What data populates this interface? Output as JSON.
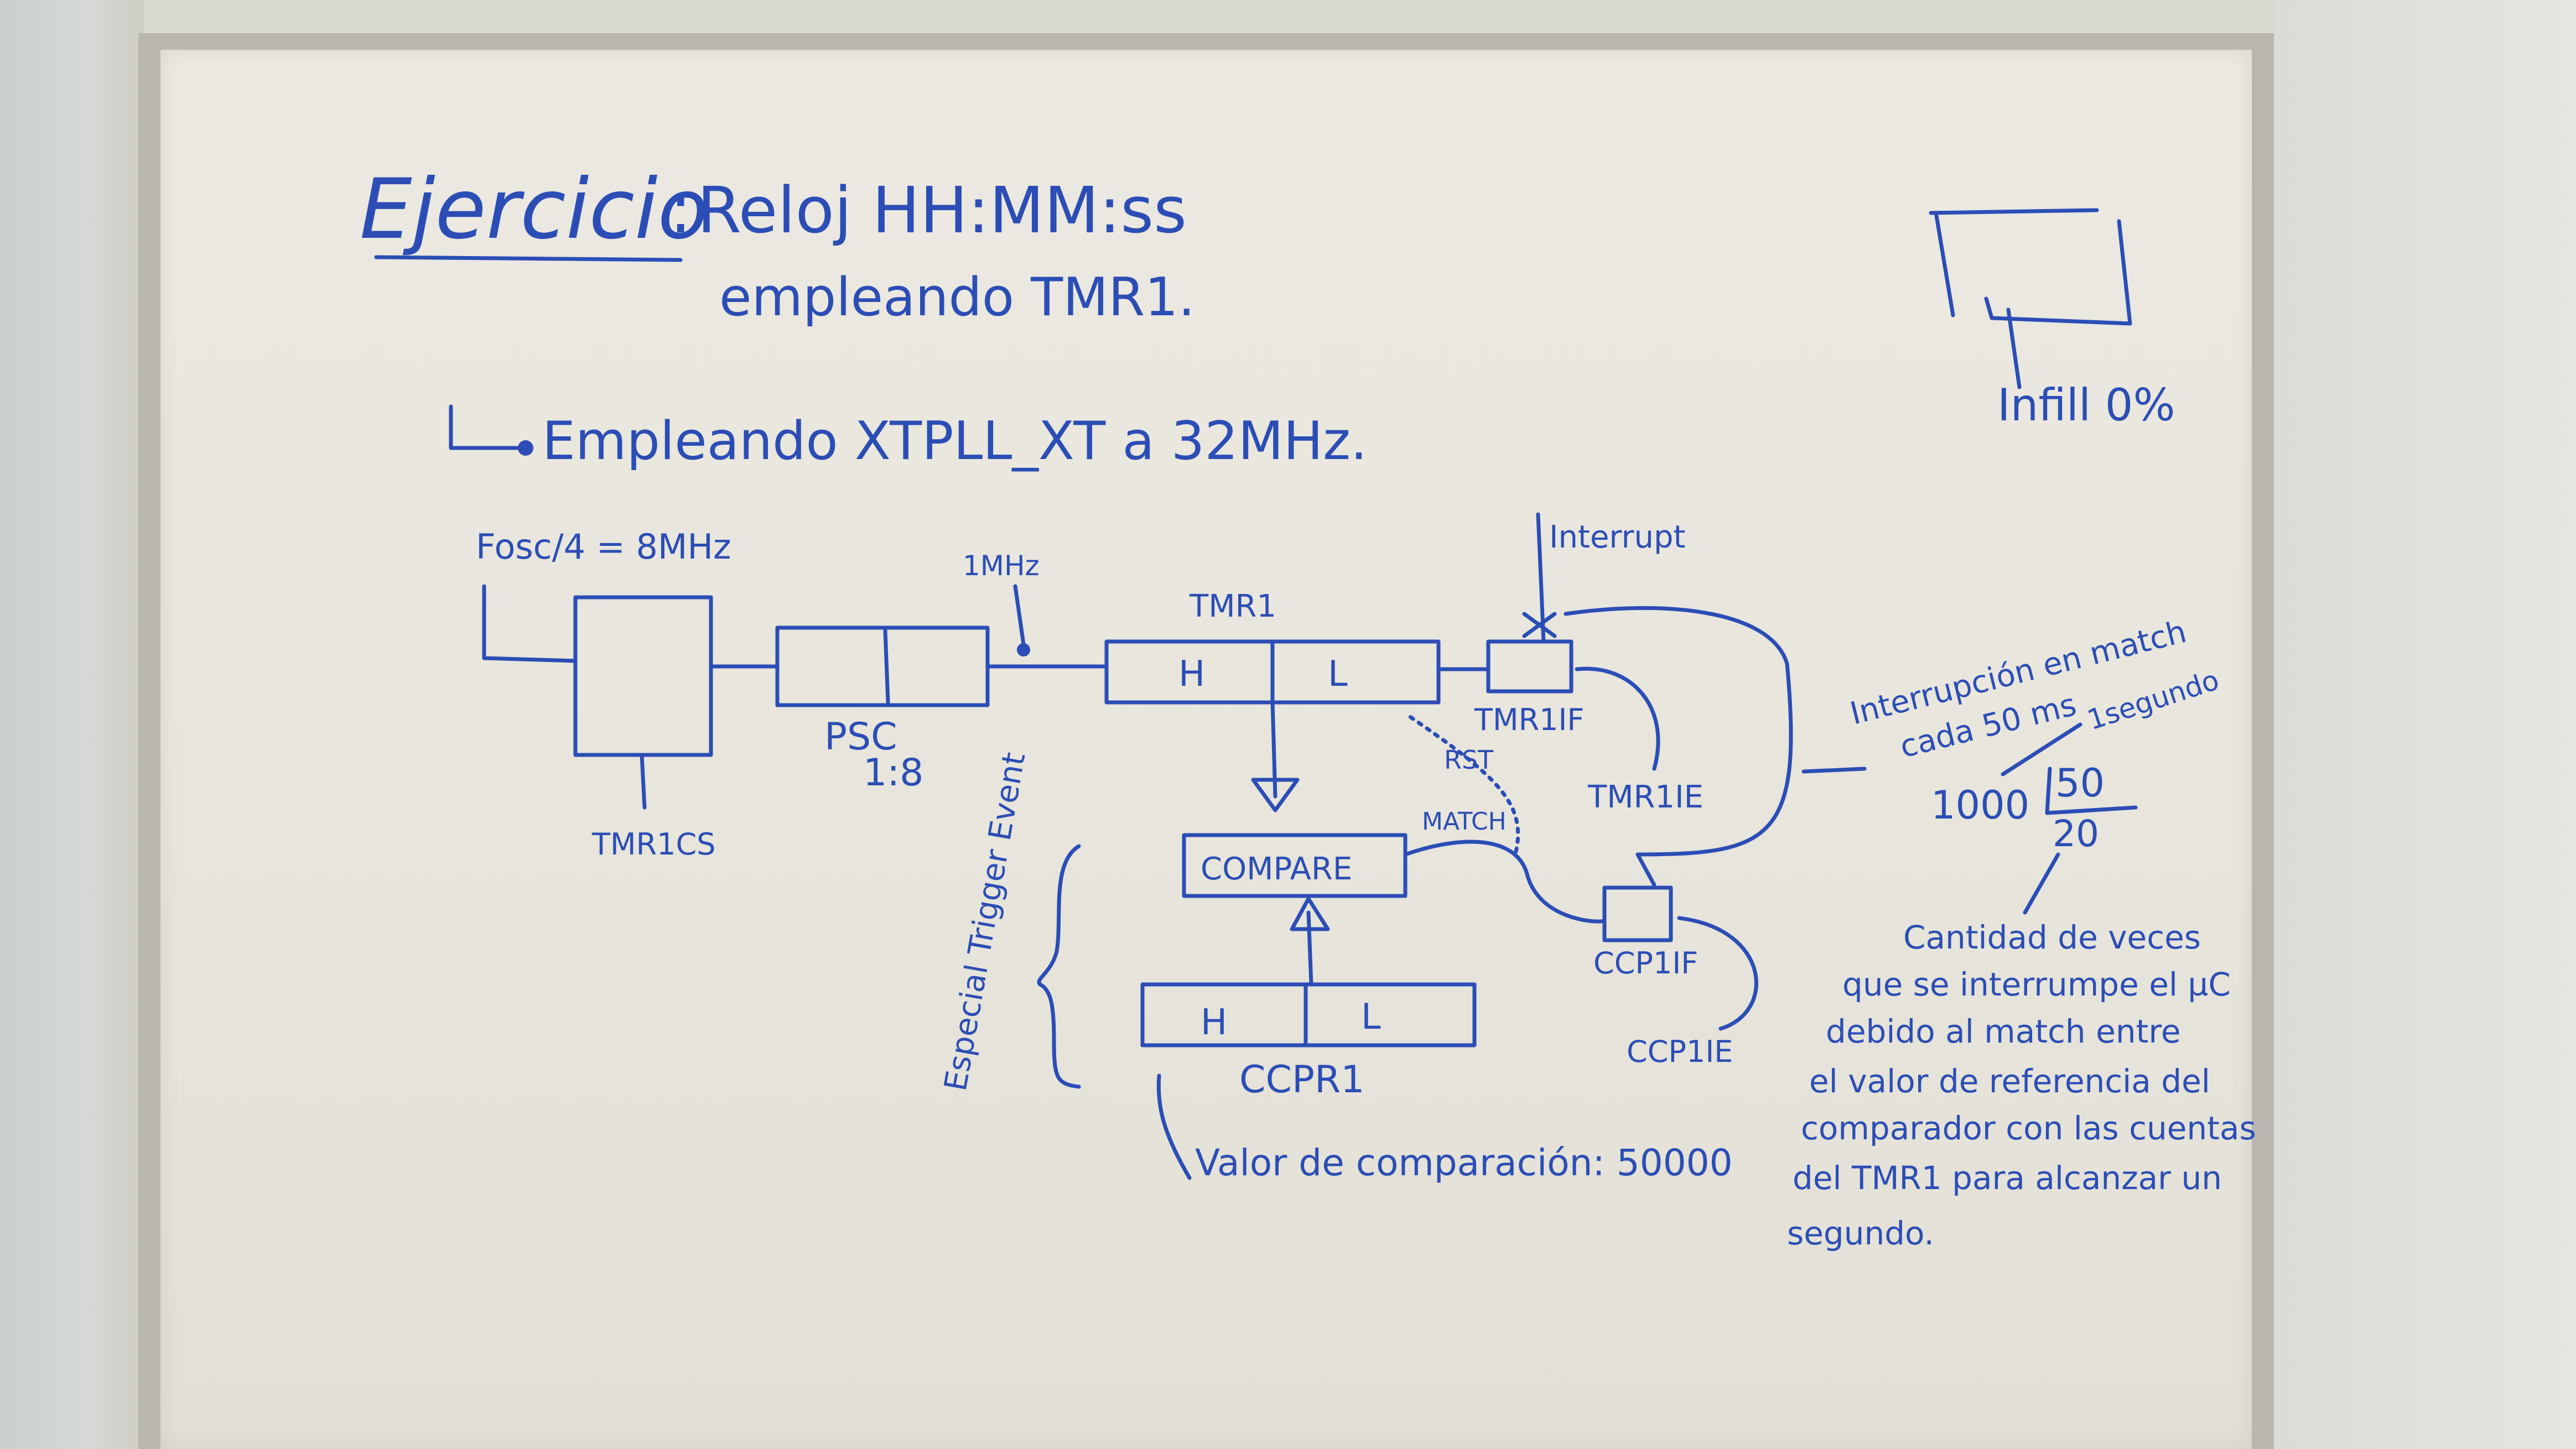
{
  "title": {
    "ejercicio": "Ejercicio",
    "colon": ":",
    "reloj": "Reloj HH:MM:ss",
    "empleando_tmr1": "empleando TMR1."
  },
  "subtitle": "Empleando XTPLL_XT a 32MHz.",
  "diagram": {
    "fosc": "Fosc/4 = 8MHz",
    "tmr1cs": "TMR1CS",
    "psc": "PSC",
    "psc_ratio": "1:8",
    "one_mhz": "1MHz",
    "tmr1": "TMR1",
    "tmr1_h": "H",
    "tmr1_l": "L",
    "interrupt": "Interrupt",
    "tmr1if": "TMR1IF",
    "tmr1ie": "TMR1IE",
    "rst": "RST",
    "match": "MATCH",
    "compare": "COMPARE",
    "special_trigger_event": "Especial Trigger Event",
    "ccpr1_h": "H",
    "ccpr1_l": "L",
    "ccpr1": "CCPR1",
    "ccp1if": "CCP1IF",
    "ccp1ie": "CCP1IE",
    "valor_comparacion": "Valor de comparación: 50000"
  },
  "notes": {
    "interrupcion_1": "Interrupción en match",
    "interrupcion_2": "cada 50 ms",
    "un_segundo": "1segundo",
    "div_left": "1000",
    "div_right": "50",
    "div_result": "20",
    "cantidad": [
      "Cantidad de veces",
      "que se interrumpe el µC",
      "debido al match entre",
      "el valor de referencia del",
      "comparador con las cuentas",
      "del TMR1 para alcanzar un",
      "segundo."
    ],
    "infill": "Infill 0%"
  },
  "colors": {
    "ink": "#2b4db5",
    "board": "#e9e7df",
    "frame": "#b8b6ae"
  }
}
